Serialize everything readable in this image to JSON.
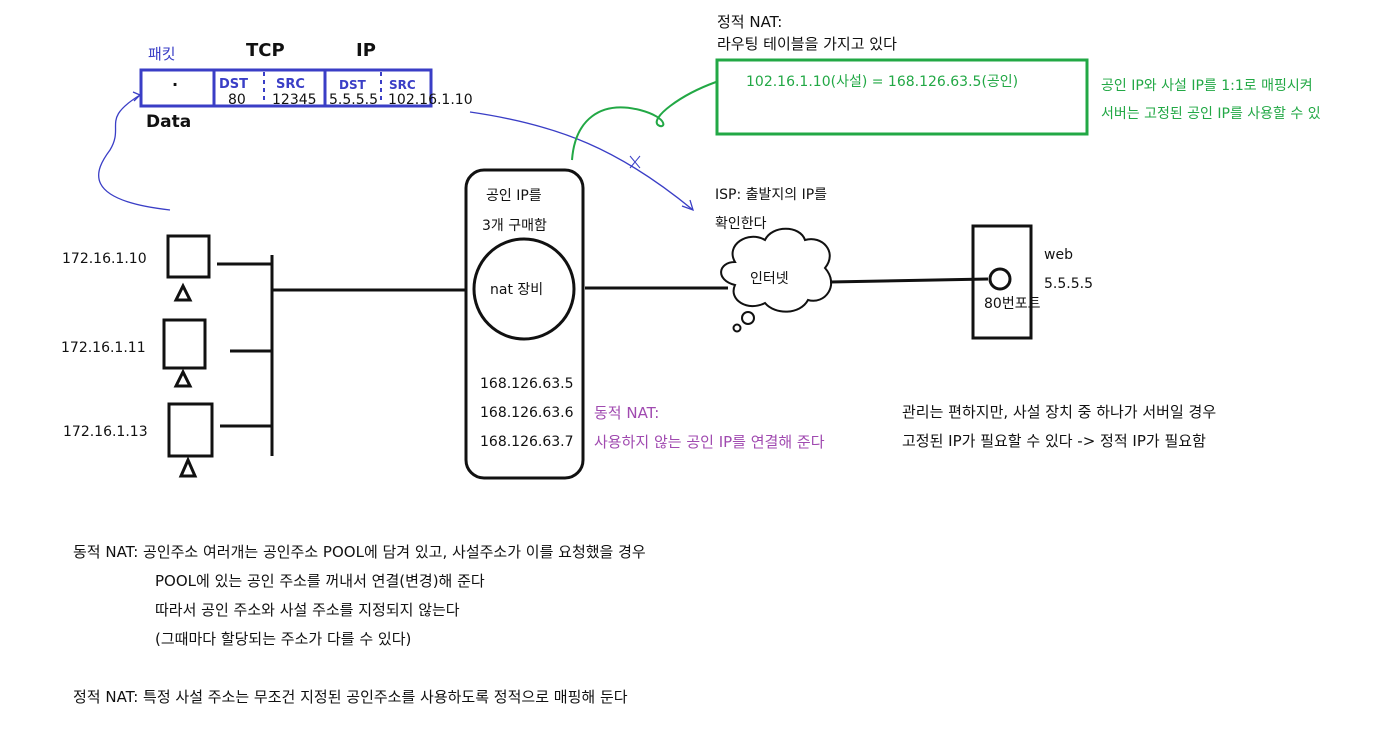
{
  "packet": {
    "label": "패킷",
    "tcp_header": "TCP",
    "ip_header": "IP",
    "data_mark": "·",
    "data_label": "Data",
    "tcp_dst": "DST",
    "tcp_src": "SRC",
    "ip_dst": "DST",
    "ip_src": "SRC",
    "tcp_dst_val": "80",
    "tcp_src_val": "12345",
    "ip_dst_val": "5.5.5.5",
    "ip_src_val": "102.16.1.10"
  },
  "hosts": [
    {
      "ip": "172.16.1.10"
    },
    {
      "ip": "172.16.1.11"
    },
    {
      "ip": "172.16.1.13"
    }
  ],
  "nat": {
    "top_line1": "공인 IP를",
    "top_line2": "3개 구매함",
    "device": "nat 장비",
    "public_ips": [
      "168.126.63.5",
      "168.126.63.6",
      "168.126.63.7"
    ]
  },
  "static_nat": {
    "title": "정적 NAT:",
    "subtitle": "라우팅 테이블을 가지고 있다",
    "mapping": "102.16.1.10(사설) = 168.126.63.5(공인)",
    "note1": "공인 IP와 사설 IP를 1:1로 매핑시켜",
    "note2": "서버는 고정된 공인 IP를 사용할 수 있"
  },
  "dynamic_nat": {
    "title": "동적 NAT:",
    "desc": "사용하지 않는 공인 IP를 연결해 준다"
  },
  "isp": {
    "line1": "ISP: 출발지의 IP를",
    "line2": "확인한다"
  },
  "internet": {
    "label": "인터넷"
  },
  "web": {
    "label": "web",
    "ip": "5.5.5.5",
    "port": "80번포트"
  },
  "mgmt": {
    "line1": "관리는 편하지만, 사설 장치 중 하나가 서버일 경우",
    "line2": "고정된 IP가 필요할 수 있다 -> 정적 IP가 필요함"
  },
  "bottom": {
    "dyn_line1": "동적 NAT: 공인주소 여러개는 공인주소 POOL에 담겨 있고, 사설주소가 이를 요청했을 경우",
    "dyn_line2": "POOL에 있는 공인 주소를 꺼내서 연결(변경)해 준다",
    "dyn_line3": "따라서 공인 주소와 사설 주소를 지정되지 않는다",
    "dyn_line4": "(그때마다 할당되는 주소가 다를  수 있다)",
    "static_line": "정적 NAT: 특정 사설 주소는 무조건 지정된 공인주소를 사용하도록 정적으로 매핑해 둔다"
  },
  "colors": {
    "blue": "#3a3ec6",
    "green": "#22a845",
    "purple": "#a04ab0",
    "ink": "#111111"
  }
}
